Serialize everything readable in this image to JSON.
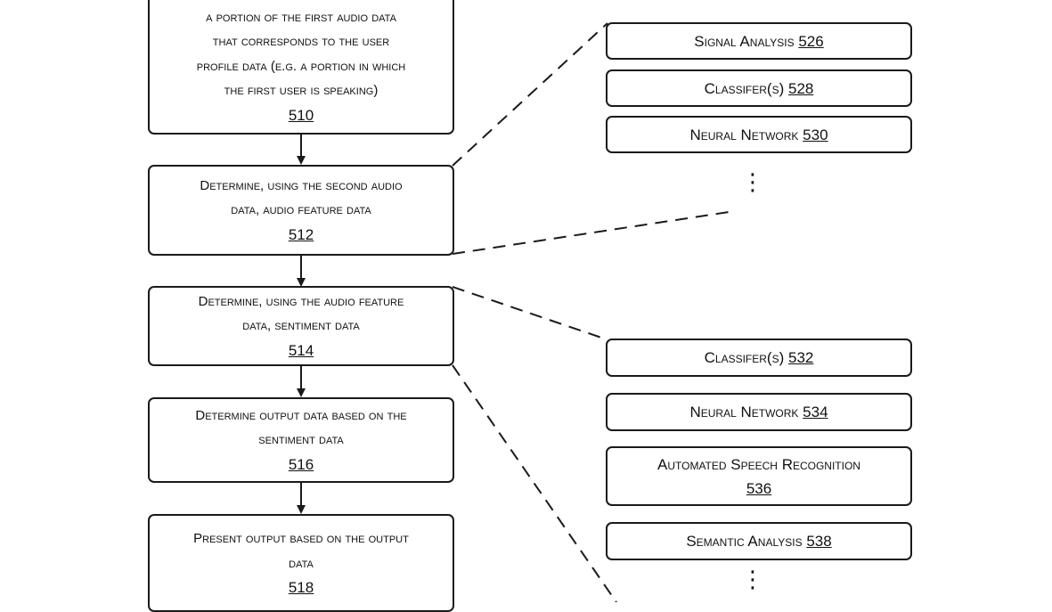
{
  "steps": [
    {
      "text_lines": [
        "a portion of the first audio data",
        "that corresponds to the user",
        "profile data (e.g. a portion in which",
        "the first user is speaking)"
      ],
      "ref": "510"
    },
    {
      "text_lines": [
        "Determine, using the second audio",
        "data, audio feature data"
      ],
      "ref": "512"
    },
    {
      "text_lines": [
        "Determine, using the audio feature",
        "data, sentiment data"
      ],
      "ref": "514"
    },
    {
      "text_lines": [
        "Determine output data based on the",
        "sentiment data"
      ],
      "ref": "516"
    },
    {
      "text_lines": [
        "Present output based on the output",
        "data"
      ],
      "ref": "518"
    }
  ],
  "feature_modules": [
    {
      "label": "Signal Analysis",
      "ref": "526"
    },
    {
      "label": "Classifer(s)",
      "ref": "528"
    },
    {
      "label": "Neural Network",
      "ref": "530"
    }
  ],
  "sentiment_modules": [
    {
      "label": "Classifer(s)",
      "ref": "532"
    },
    {
      "label": "Neural Network",
      "ref": "534"
    },
    {
      "label": "Automated Speech Recognition",
      "ref": "536"
    },
    {
      "label": "Semantic Analysis",
      "ref": "538"
    }
  ],
  "ellipsis": "⋮"
}
